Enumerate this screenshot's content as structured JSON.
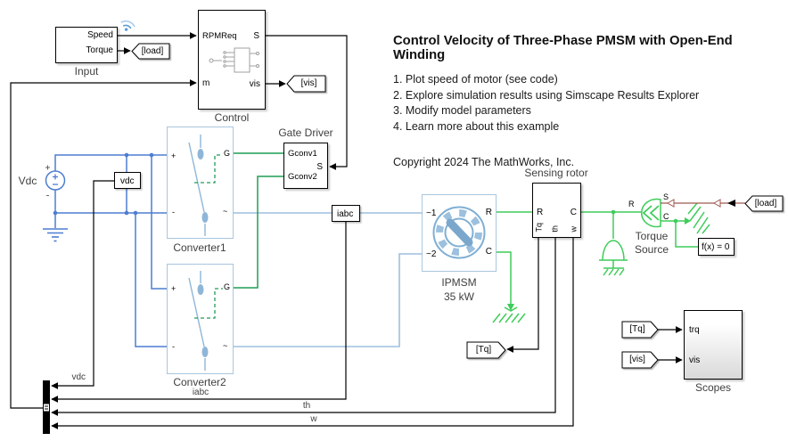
{
  "diagram": {
    "title": "Control Velocity of Three-Phase PMSM with Open-End Winding",
    "instructions": [
      "1. Plot speed of motor (see code)",
      "2. Explore simulation results using Simscape Results Explorer",
      "3. Modify model parameters",
      "4. Learn more about this example"
    ],
    "copyright": "Copyright 2024 The MathWorks, Inc."
  },
  "blocks": {
    "input": {
      "label": "Input",
      "ports": {
        "speed": "Speed",
        "torque": "Torque"
      }
    },
    "control": {
      "label": "Control",
      "ports": {
        "rpmreq": "RPMReq",
        "s": "S",
        "m": "m",
        "vis": "vis"
      }
    },
    "gate_driver": {
      "label": "Gate Driver",
      "ports": {
        "gconv1": "Gconv1",
        "s": "S",
        "gconv2": "Gconv2"
      }
    },
    "vdc_source": {
      "label": "Vdc"
    },
    "vdc_sensor": {
      "label": "vdc"
    },
    "converter1": {
      "label": "Converter1",
      "ports": {
        "plus": "+",
        "minus": "-",
        "g": "G",
        "ac": "~"
      }
    },
    "converter2": {
      "label": "Converter2",
      "ports": {
        "plus": "+",
        "minus": "-",
        "g": "G",
        "ac": "~"
      }
    },
    "iabc_sensor": {
      "label": "iabc"
    },
    "ipmsm": {
      "label": "IPMSM",
      "rating": "35 kW",
      "ports": {
        "a1": "~1",
        "a2": "~2",
        "r": "R",
        "c": "C"
      }
    },
    "sensing_rotor": {
      "label": "Sensing rotor",
      "ports": {
        "r": "R",
        "c": "C",
        "tq": "Tq",
        "th": "th",
        "w": "w"
      }
    },
    "torque_source": {
      "label1": "Torque",
      "label2": "Source",
      "ports": {
        "r": "R",
        "s": "S",
        "c": "C"
      }
    },
    "solver": {
      "label": "f(x) = 0"
    },
    "scopes": {
      "label": "Scopes",
      "ports": {
        "trq": "trq",
        "vis": "vis"
      }
    }
  },
  "tags": {
    "load_goto": "[load]",
    "vis_goto": "[vis]",
    "tq_goto": "[Tq]",
    "load_from": "[load]",
    "tq_from": "[Tq]",
    "vis_from": "[vis]"
  },
  "signal_labels": {
    "vdc": "vdc",
    "iabc": "iabc",
    "th": "th",
    "w": "w"
  },
  "colors": {
    "elec": "#4d7dd1",
    "tp": "#9dbfdd",
    "gate": "#1f9d55",
    "mech": "#3fcc5a",
    "ps": "#9e5a50",
    "sim_border": "#a9c6de",
    "icon_blue": "#8fb6d8",
    "icon_blue_dark": "#7ba7cc",
    "label_text": "#3f3f3f"
  }
}
